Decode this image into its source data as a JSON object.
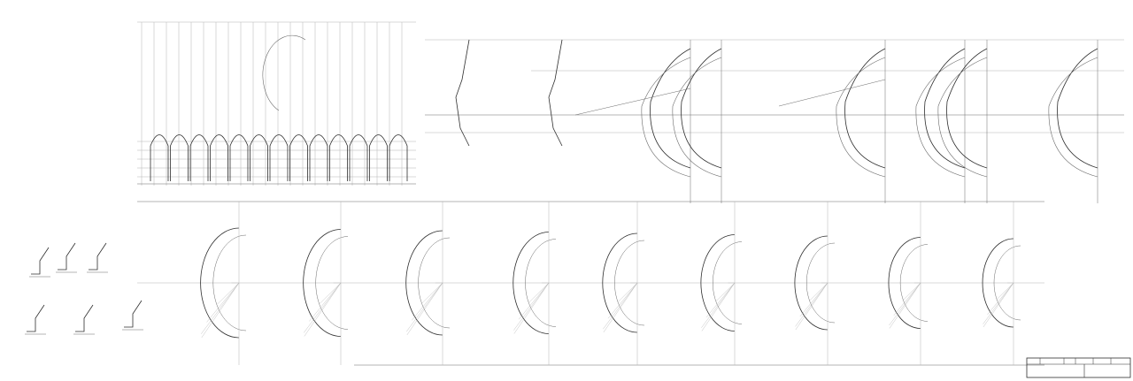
{
  "drawing": {
    "colors": {
      "line": "#6a6a6a",
      "faint": "#b5b5b5",
      "dark": "#2e2e2e",
      "background": "#ffffff"
    },
    "top_grid_loops": 13,
    "top_profiles": 8,
    "bottom_sections": 9,
    "side_sketches": 6
  }
}
